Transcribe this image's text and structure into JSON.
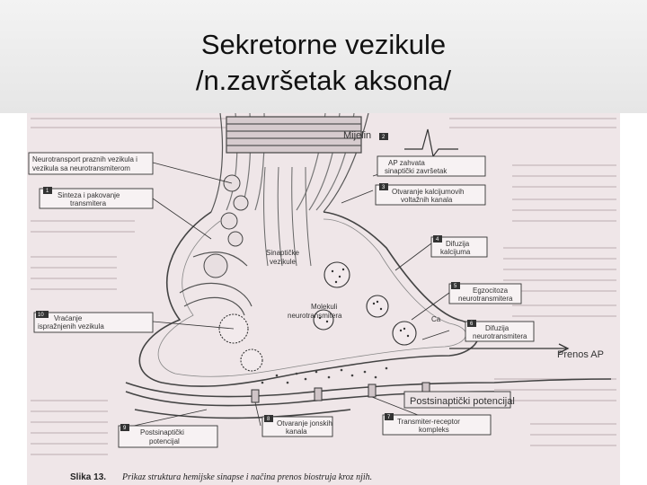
{
  "slide": {
    "title_line1": "Sekretorne vezikule",
    "title_line2": "/n.završetak aksona/"
  },
  "figure": {
    "labels": {
      "mijelin": "Mijelin",
      "neurotransport_1": "Neurotransport praznih vezikula i",
      "neurotransport_2": "vezikula sa neurotransmiterom",
      "step1_num": "1",
      "step1_line1": "Sinteza i pakovanje",
      "step1_line2": "transmitera",
      "step2_num": "2",
      "step2_line1": "AP zahvata",
      "step2_line2": "sinaptički završetak",
      "step3_num": "3",
      "step3_line1": "Otvaranje kalcijumovih",
      "step3_line2": "voltažnih kanala",
      "step4_num": "4",
      "step4_line1": "Difuzija",
      "step4_line2": "kalcijuma",
      "step5_num": "5",
      "step5_line1": "Egzocitoza",
      "step5_line2": "neurotransmitera",
      "step6_num": "6",
      "step6_line1": "Difuzija",
      "step6_line2": "neurotransmitera",
      "step7_num": "7",
      "step7_line1": "Transmiter-receptor",
      "step7_line2": "kompleks",
      "step8_num": "8",
      "step8_line1": "Otvaranje jonskih",
      "step8_line2": "kanala",
      "step9_num": "9",
      "step9_line1": "Postsinaptički",
      "step9_line2": "potencijal",
      "step10_num": "10",
      "step10_line1": "Vraćanje",
      "step10_line2": "ispražnjenih vezikula",
      "sinapticki_1": "Sinaptičke",
      "sinapticki_2": "vezikule",
      "molekuli_1": "Molekuli",
      "molekuli_2": "neurotransmitera",
      "ca_ion": "Ca",
      "prenos_ap": "Prenos AP",
      "postsinapticki_potencijal": "Postsinaptički potencijal"
    },
    "caption_bold": "Slika 13.",
    "caption_text": "Prikaz struktura hemijske sinapse i načina prenos biostruja kroz njih."
  }
}
